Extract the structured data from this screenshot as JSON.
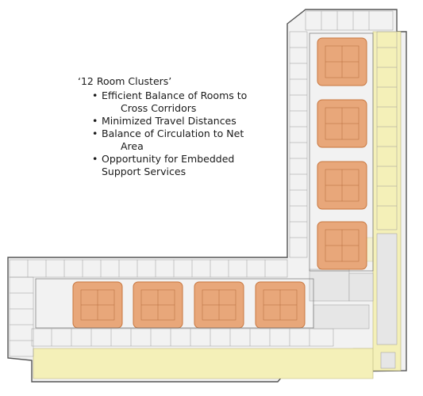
{
  "callout": {
    "title": "‘12 Room Clusters’",
    "bullets": [
      {
        "line1": "Efficient Balance of Rooms to",
        "line2": "Cross Corridors",
        "indent2": true
      },
      {
        "line1": "Minimized Travel Distances",
        "line2": "",
        "indent2": false
      },
      {
        "line1": "Balance of Circulation to Net",
        "line2": "Area",
        "indent2": true
      },
      {
        "line1": "Opportunity for Embedded",
        "line2": "Support Services",
        "indent2": false
      }
    ]
  },
  "colors": {
    "cluster_fill": "#e8a77a",
    "cluster_edge": "#c8773f",
    "corridor_fill": "#f4f0b8",
    "wall_line": "#8a8a8a",
    "room_fill": "#eeeeee"
  }
}
